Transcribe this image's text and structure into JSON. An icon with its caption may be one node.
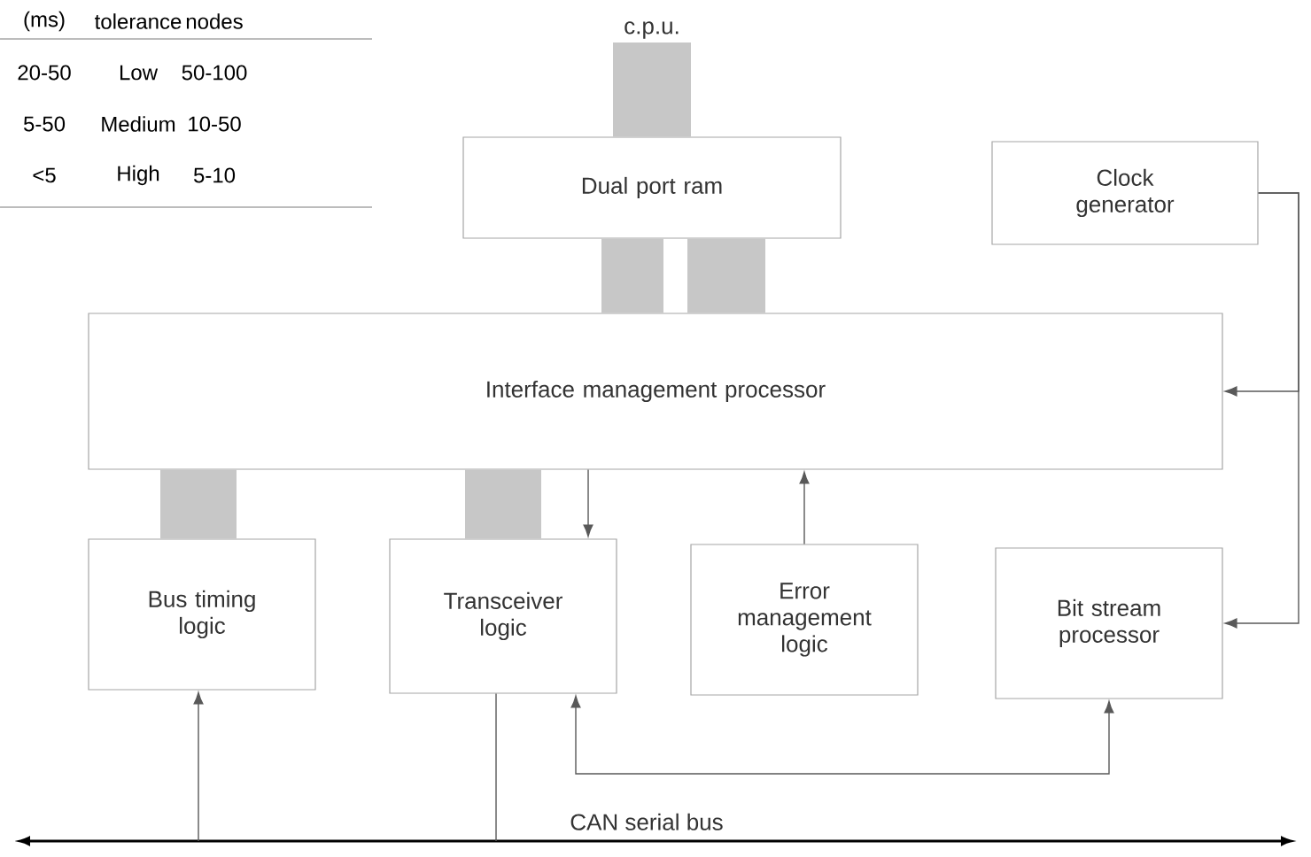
{
  "diagram": {
    "nodes": [
      {
        "text": [
          "c.p.u."
        ]
      },
      {
        "text": [
          "Dual port ram"
        ]
      },
      {
        "text": [
          "Clock generator"
        ]
      },
      {
        "text": [
          "Interface management processor"
        ]
      },
      {
        "text": [
          "Bus timing logic"
        ]
      },
      {
        "text": [
          "Transceiver logic"
        ]
      },
      {
        "text": [
          "Error management logic"
        ]
      },
      {
        "text": [
          "Bit stream processor"
        ]
      },
      {
        "text": [
          "CAN serial bus"
        ]
      }
    ],
    "edges": [
      {
        "from": 0,
        "to": 1,
        "arrow": "none",
        "style": "thick",
        "color": "#c7c7c7"
      },
      {
        "from": 1,
        "to": 3,
        "arrow": "none",
        "style": "thick",
        "color": "#c7c7c7"
      },
      {
        "from": 1,
        "to": 3,
        "arrow": "none",
        "style": "thick",
        "color": "#c7c7c7"
      },
      {
        "from": 3,
        "to": 4,
        "arrow": "none",
        "style": "thick",
        "color": "#c7c7c7"
      },
      {
        "from": 3,
        "to": 5,
        "arrow": "none",
        "style": "thick",
        "color": "#c7c7c7"
      },
      {
        "from": 3,
        "to": 5,
        "arrow": "to"
      },
      {
        "from": 6,
        "to": 3,
        "arrow": "to"
      },
      {
        "from": 2,
        "to": 3,
        "arrow": "to"
      },
      {
        "from": 2,
        "to": 7,
        "arrow": "to"
      },
      {
        "from": 8,
        "to": 4,
        "arrow": "to"
      },
      {
        "from": 5,
        "to": 8,
        "arrow": "none"
      },
      {
        "from": 5,
        "to": 7,
        "arrow": "both"
      }
    ],
    "labels": [
      "(ms)",
      "tolerance",
      "nodes",
      "20-50",
      "Low",
      "50-100",
      "5-50",
      "Medium",
      "10-50",
      "<5",
      "High",
      "5-10"
    ]
  }
}
